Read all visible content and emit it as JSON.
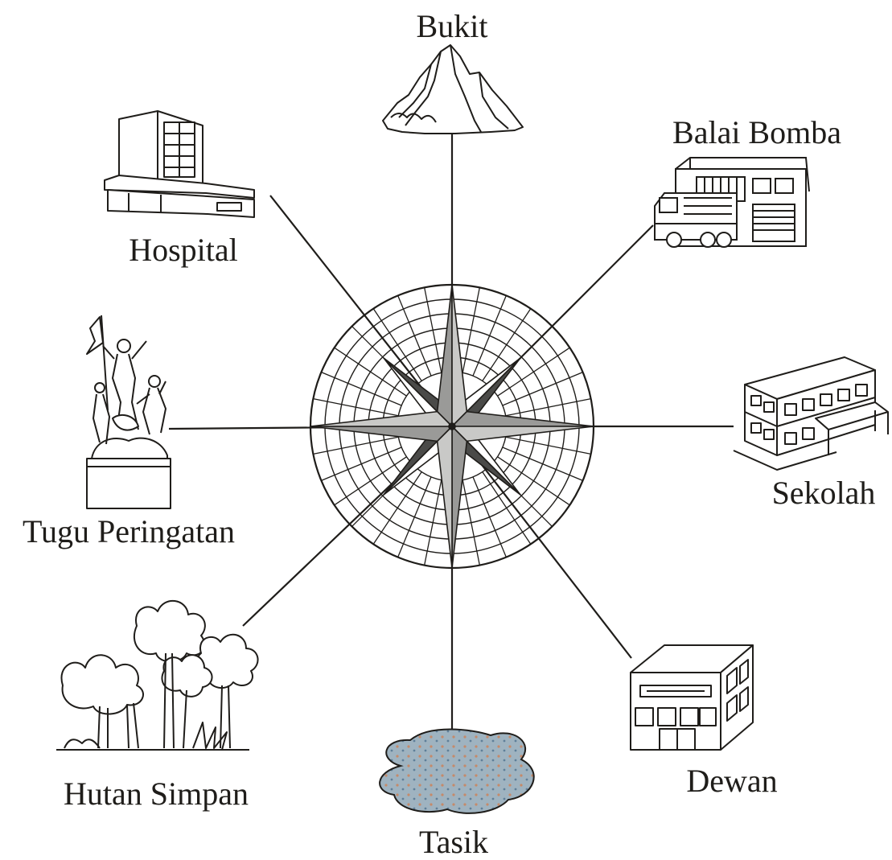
{
  "places": {
    "north": "Bukit",
    "northeast": "Balai Bomba",
    "east": "Sekolah",
    "southeast": "Dewan",
    "south": "Tasik",
    "southwest": "Hutan Simpan",
    "west": "Tugu Peringatan",
    "northwest": "Hospital"
  },
  "icons": {
    "north": "hill-icon",
    "northeast": "fire-station-icon",
    "east": "school-icon",
    "southeast": "hall-icon",
    "south": "lake-icon",
    "southwest": "forest-icon",
    "west": "monument-icon",
    "northwest": "hospital-icon"
  },
  "colors": {
    "ink": "#1f1d1a",
    "star_fill": "#9a9a98",
    "lake_fill": "#9fb3c0"
  }
}
